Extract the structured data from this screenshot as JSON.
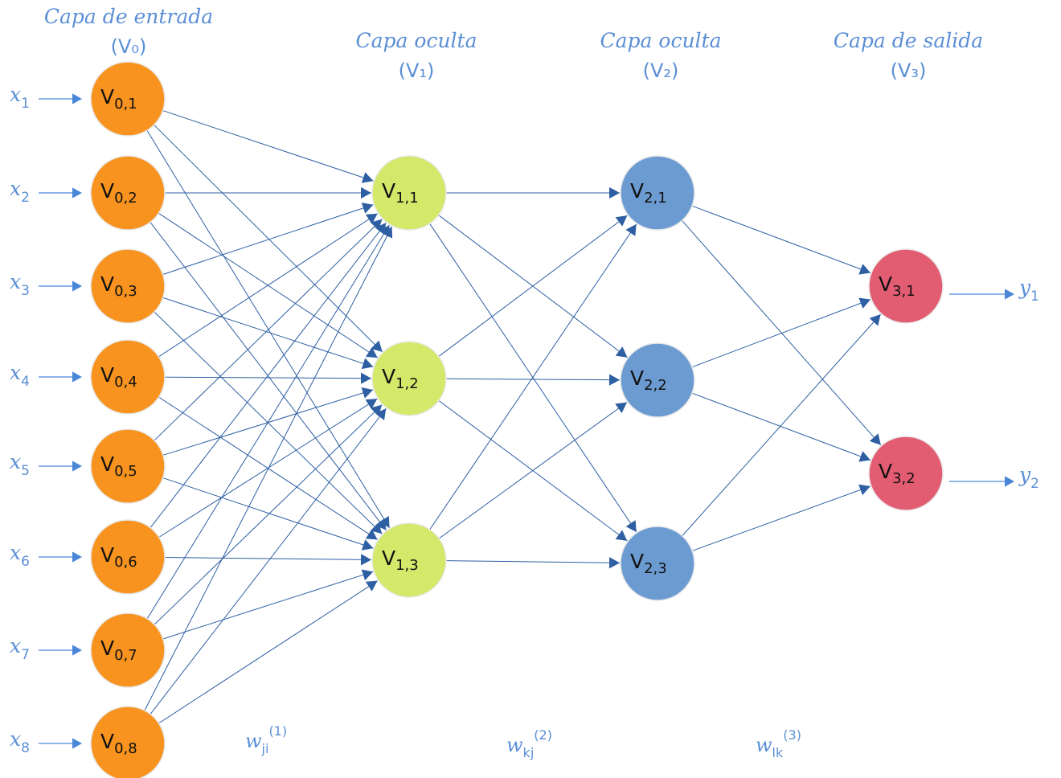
{
  "layers": [
    {
      "title": "Capa de entrada",
      "subtitle": "(V₀)",
      "color": "#f7931e",
      "nodes": [
        {
          "name": "V",
          "sub": "0,1"
        },
        {
          "name": "V",
          "sub": "0,2"
        },
        {
          "name": "V",
          "sub": "0,3"
        },
        {
          "name": "V",
          "sub": "0,4"
        },
        {
          "name": "V",
          "sub": "0,5"
        },
        {
          "name": "V",
          "sub": "0,6"
        },
        {
          "name": "V",
          "sub": "0,7"
        },
        {
          "name": "V",
          "sub": "0,8"
        }
      ]
    },
    {
      "title": "Capa oculta",
      "subtitle": "(V₁)",
      "color": "#d4e86a",
      "nodes": [
        {
          "name": "V",
          "sub": "1,1"
        },
        {
          "name": "V",
          "sub": "1,2"
        },
        {
          "name": "V",
          "sub": "1,3"
        }
      ]
    },
    {
      "title": "Capa oculta",
      "subtitle": "(V₂)",
      "color": "#6c9bd2",
      "nodes": [
        {
          "name": "V",
          "sub": "2,1"
        },
        {
          "name": "V",
          "sub": "2,2"
        },
        {
          "name": "V",
          "sub": "2,3"
        }
      ]
    },
    {
      "title": "Capa de salida",
      "subtitle": "(V₃)",
      "color": "#e25c72",
      "nodes": [
        {
          "name": "V",
          "sub": "3,1"
        },
        {
          "name": "V",
          "sub": "3,2"
        }
      ]
    }
  ],
  "inputs": [
    {
      "name": "x",
      "sub": "1"
    },
    {
      "name": "x",
      "sub": "2"
    },
    {
      "name": "x",
      "sub": "3"
    },
    {
      "name": "x",
      "sub": "4"
    },
    {
      "name": "x",
      "sub": "5"
    },
    {
      "name": "x",
      "sub": "6"
    },
    {
      "name": "x",
      "sub": "7"
    },
    {
      "name": "x",
      "sub": "8"
    }
  ],
  "outputs": [
    {
      "name": "y",
      "sub": "1"
    },
    {
      "name": "y",
      "sub": "2"
    }
  ],
  "weights": [
    {
      "name": "w",
      "sub": "ji",
      "sup": "(1)"
    },
    {
      "name": "w",
      "sub": "kj",
      "sup": "(2)"
    },
    {
      "name": "w",
      "sub": "lk",
      "sup": "(3)"
    }
  ],
  "colors": {
    "edge": "#2e5fa3",
    "text_accent": "#5b8fd6",
    "arrow": "#4a86d8",
    "node_outline": "#e8e8e8"
  }
}
